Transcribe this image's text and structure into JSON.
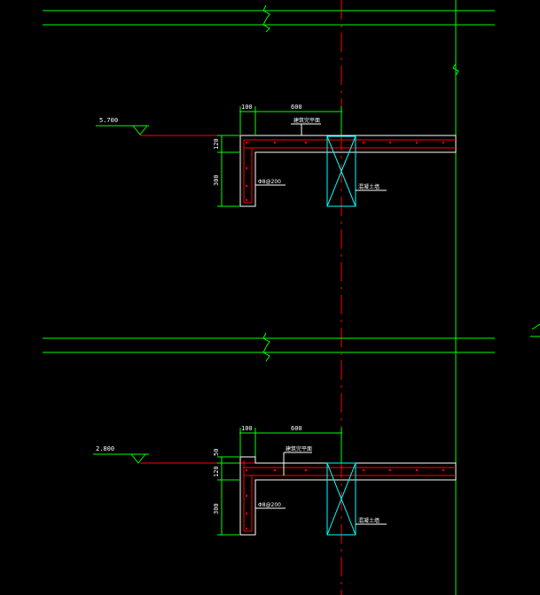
{
  "colors": {
    "background": "#000000",
    "green": "#00ff00",
    "red": "#ff0000",
    "white": "#ffffff",
    "cyan": "#00ffff",
    "gridline_red": "#ff0000"
  },
  "details": [
    {
      "id": "upper",
      "elevation": "5.700",
      "dims_top": [
        "100",
        "600"
      ],
      "dims_side": [
        "120",
        "300"
      ],
      "labels": {
        "floor_surface": "建筑完平面",
        "rebar": "Φ8@200",
        "wall": "混凝土墙"
      }
    },
    {
      "id": "lower",
      "elevation": "2.800",
      "dims_top": [
        "100",
        "600"
      ],
      "dims_side": [
        "50",
        "120",
        "300"
      ],
      "labels": {
        "floor_surface": "建筑完平面",
        "rebar": "Φ8@200",
        "wall": "混凝土墙"
      }
    }
  ]
}
